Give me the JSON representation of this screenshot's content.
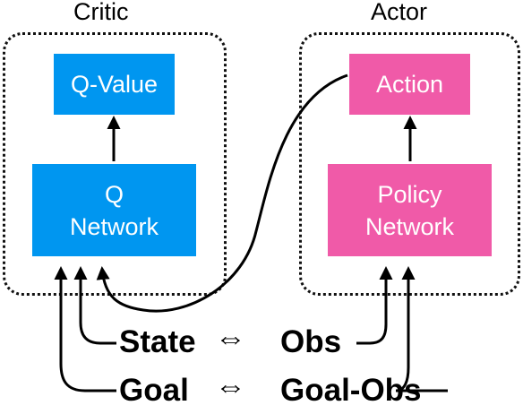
{
  "groups": {
    "critic": {
      "title": "Critic"
    },
    "actor": {
      "title": "Actor"
    }
  },
  "nodes": {
    "q_value": {
      "label": "Q-Value",
      "color": "#0096f0"
    },
    "q_network": {
      "line1": "Q",
      "line2": "Network",
      "color": "#0096f0"
    },
    "action": {
      "label": "Action",
      "color": "#f05aa8"
    },
    "policy_network": {
      "line1": "Policy",
      "line2": "Network",
      "color": "#f05aa8"
    }
  },
  "inputs": {
    "state": "State",
    "obs": "Obs",
    "goal": "Goal",
    "goal_obs": "Goal-Obs",
    "equivalence_symbol": "⇔"
  }
}
